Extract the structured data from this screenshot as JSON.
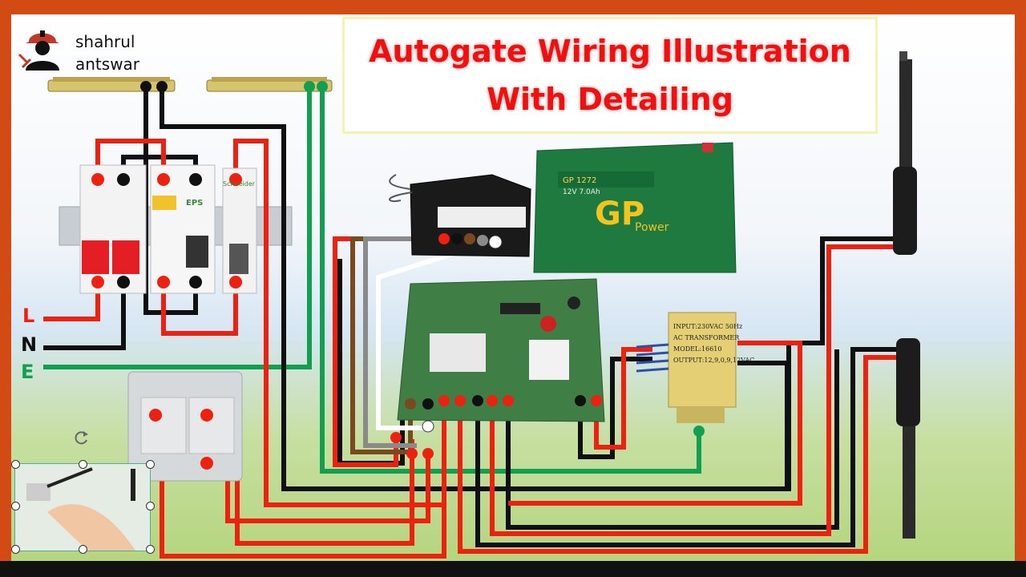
{
  "title": {
    "line1": "Autogate Wiring Illustration",
    "line2": "With Detailing"
  },
  "brand": {
    "line1": "shahrul",
    "line2": "antswar"
  },
  "supply_labels": {
    "live": "L",
    "neutral": "N",
    "earth": "E"
  },
  "battery": {
    "brand": "GP",
    "sub": "Power",
    "model": "GP 1272",
    "rating": "12V 7.0Ah"
  },
  "transformer": {
    "line1": "INPUT:230VAC 50Hz",
    "line2": "AC TRANSFORMER",
    "line3": "MODEL:16610",
    "line4": "OUTPUT:12,9,0,9,12VAC"
  },
  "breakers": {
    "rccb_brand": "EPS",
    "mcb_brand": "Schneider"
  },
  "colors": {
    "live_wire": "#ee2010",
    "neutral_wire": "#101010",
    "earth_wire": "#10a050",
    "brown_wire": "#7a4a1e",
    "grey_wire": "#8a8a8a",
    "white_wire": "#ffffff",
    "title_red": "#f01010",
    "frame_orange": "#d24a14"
  }
}
